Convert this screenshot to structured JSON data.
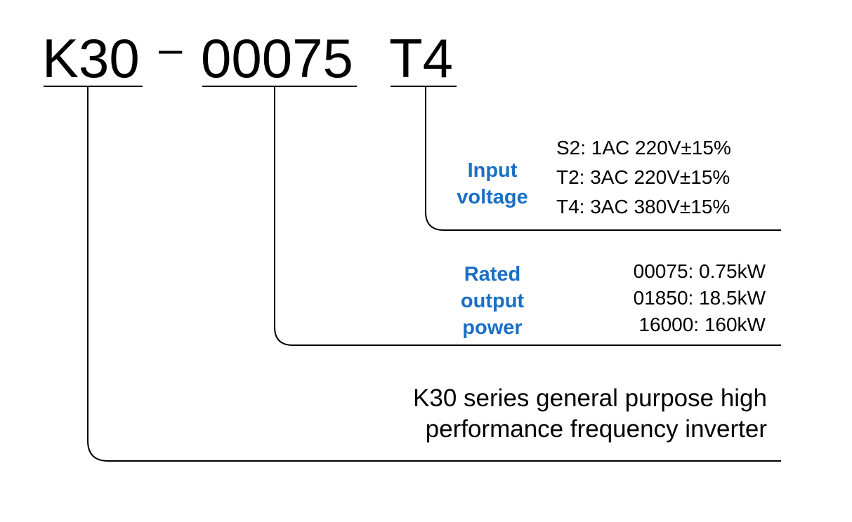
{
  "model_code": {
    "series": "K30",
    "separator": "–",
    "power": "00075",
    "voltage": "T4"
  },
  "input_voltage": {
    "label_line1": "Input",
    "label_line2": "voltage",
    "options": [
      "S2: 1AC 220V±15%",
      "T2: 3AC 220V±15%",
      "T4: 3AC 380V±15%"
    ]
  },
  "rated_output_power": {
    "label_line1": "Rated",
    "label_line2": "output",
    "label_line3": "power",
    "options": [
      "00075: 0.75kW",
      "01850: 18.5kW",
      "16000: 160kW"
    ]
  },
  "series_description": {
    "line1": "K30 series general purpose high",
    "line2": "performance frequency inverter"
  },
  "colors": {
    "label_blue": "#1a6fc4",
    "line_black": "#000000"
  }
}
